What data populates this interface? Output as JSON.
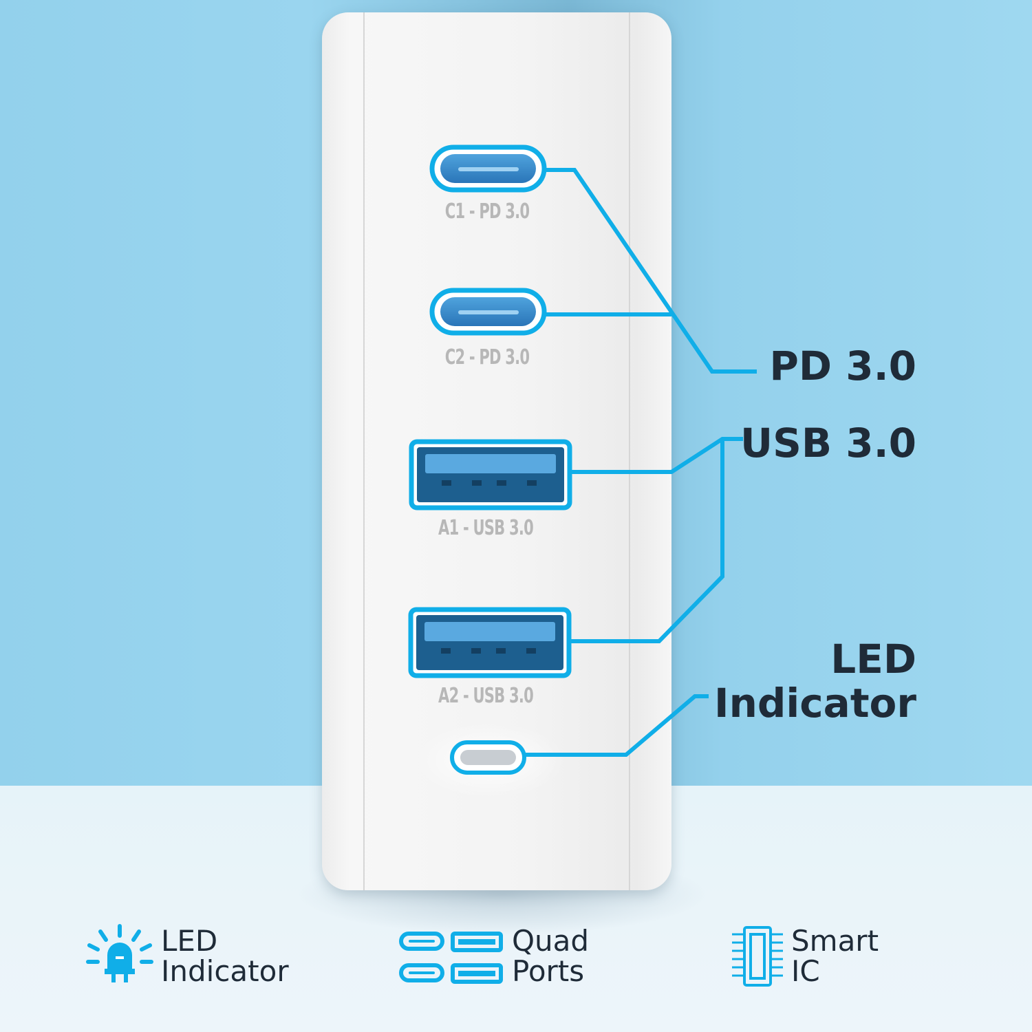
{
  "ports": [
    {
      "label": "C1 - PD 3.0",
      "type": "usb-c"
    },
    {
      "label": "C2 - PD 3.0",
      "type": "usb-c"
    },
    {
      "label": "A1 - USB 3.0",
      "type": "usb-a"
    },
    {
      "label": "A2 - USB 3.0",
      "type": "usb-a"
    }
  ],
  "callouts": {
    "pd": "PD 3.0",
    "usb": "USB 3.0",
    "led_line1": "LED",
    "led_line2": "Indicator"
  },
  "features": [
    {
      "icon": "led-bulb-icon",
      "line1": "LED",
      "line2": "Indicator"
    },
    {
      "icon": "ports-icon",
      "line1": "Quad",
      "line2": "Ports"
    },
    {
      "icon": "chip-icon",
      "line1": "Smart",
      "line2": "IC"
    }
  ],
  "colors": {
    "accent": "#10aee8",
    "port_blue": "#3b8ccd",
    "text_dark": "#1f2b38"
  }
}
